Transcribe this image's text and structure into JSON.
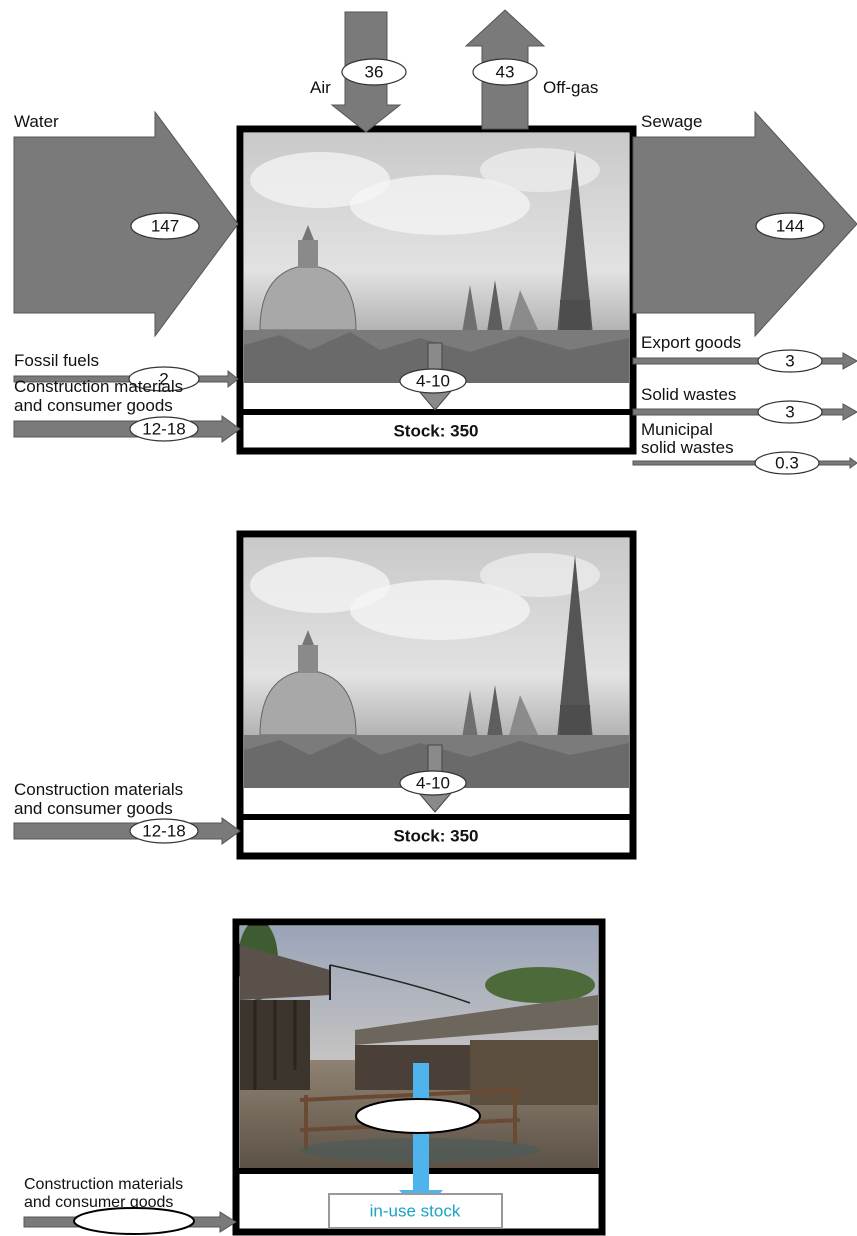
{
  "colors": {
    "flow_gray": "#7a7a7a",
    "flow_stroke": "#555555",
    "frame": "#000000",
    "blue_arrow": "#4fb3ec",
    "inuse_text": "#1aa3c8",
    "inuse_box": "#999999"
  },
  "panel1": {
    "photo": "Vienna city skyline photo",
    "air_label": "Air",
    "air_value": "36",
    "offgas_label": "Off-gas",
    "offgas_value": "43",
    "water_label": "Water",
    "water_value": "147",
    "sewage_label": "Sewage",
    "sewage_value": "144",
    "fossil_label": "Fossil fuels",
    "fossil_value": "2",
    "construction_label_1": "Construction materials",
    "construction_label_2": "and consumer goods",
    "construction_value": "12-18",
    "stock_in_value": "4-10",
    "stock_label": "Stock: 350",
    "export_label": "Export goods",
    "export_value": "3",
    "solid_label": "Solid wastes",
    "solid_value": "3",
    "municipal_label_1": "Municipal",
    "municipal_label_2": "solid wastes",
    "municipal_value": "0.3"
  },
  "panel2": {
    "photo": "Vienna city skyline photo",
    "construction_label_1": "Construction materials",
    "construction_label_2": "and consumer goods",
    "construction_value": "12-18",
    "stock_in_value": "4-10",
    "stock_label": "Stock: 350"
  },
  "panel3": {
    "photo": "Farm barn photo",
    "construction_label_1": "Construction materials",
    "construction_label_2": "and consumer goods",
    "construction_value": "",
    "stock_in_value": "",
    "stock_label": "in-use stock"
  }
}
